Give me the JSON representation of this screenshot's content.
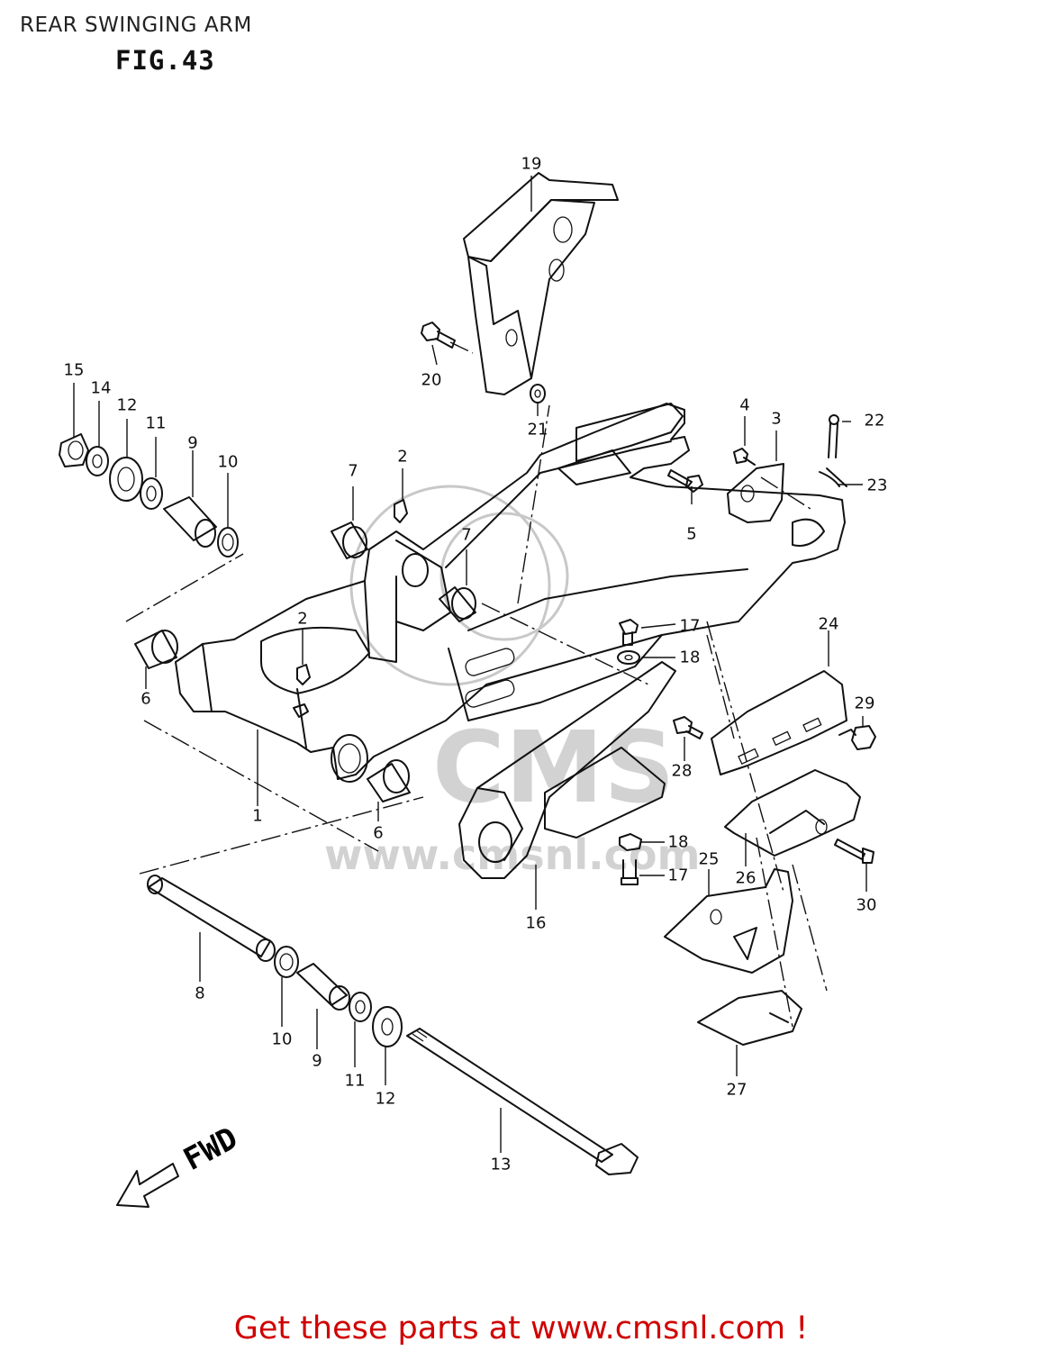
{
  "header": {
    "title": "REAR SWINGING ARM",
    "figure": "FIG.43"
  },
  "diagram": {
    "direction_label": "FWD",
    "callouts": [
      "1",
      "2",
      "2",
      "3",
      "4",
      "5",
      "6",
      "6",
      "7",
      "7",
      "8",
      "9",
      "9",
      "10",
      "10",
      "11",
      "11",
      "12",
      "12",
      "13",
      "14",
      "15",
      "16",
      "17",
      "17",
      "18",
      "18",
      "19",
      "20",
      "21",
      "22",
      "23",
      "24",
      "25",
      "26",
      "27",
      "28",
      "29",
      "30"
    ]
  },
  "watermark": {
    "text": "CMS",
    "url": "www.cmsnl.com"
  },
  "footer": {
    "link_text": "Get these parts at www.cmsnl.com !",
    "link_color": "#d00000"
  }
}
